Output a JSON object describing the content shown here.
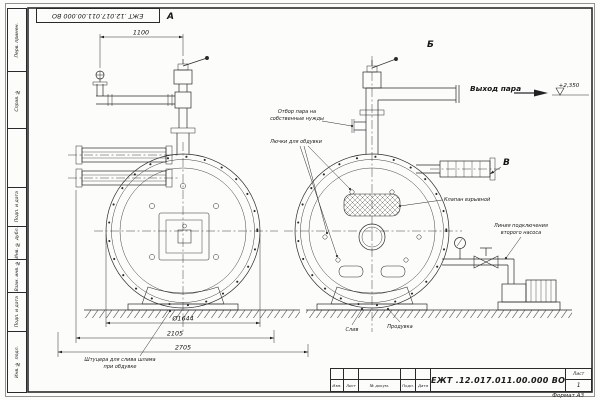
{
  "doc": {
    "number": "ЕЖТ .12.017.011.00.000 ВО",
    "format": "Формат А3",
    "sheet_label": "Лист",
    "sheet_value": "1"
  },
  "title_block": {
    "col_izm": "Изм.",
    "col_list": "Лист",
    "col_doc": "№ докум.",
    "col_sign": "Подп.",
    "col_date": "Дата"
  },
  "margin_stamps": [
    "Перв. примен.",
    "Справ. №",
    "Подп. и дата",
    "Инв. № дубл.",
    "Взам. инв. №",
    "Подп. и дата",
    "Инв. № подл."
  ],
  "views": {
    "a": "А",
    "b": "Б",
    "v": "В"
  },
  "labels": {
    "steam_out": "Выход пара",
    "elevation": "+2,350",
    "steam_tap_line1": "Отбор пара на",
    "steam_tap_line2": "собственные нужды",
    "hatches": "Лючки для обдувки",
    "explosion_valve": "Клапан взрывной",
    "pump_line1": "Линия подключения",
    "pump_line2": "второго насоса",
    "drain": "Слив",
    "blowdown": "Продувка",
    "sludge_line1": "Штуцера для слива шлама",
    "sludge_line2": "при обдувке"
  },
  "dimensions": {
    "top_width": "1100",
    "diameter": "Ø1644",
    "width_mid": "2105",
    "width_total": "2705"
  }
}
